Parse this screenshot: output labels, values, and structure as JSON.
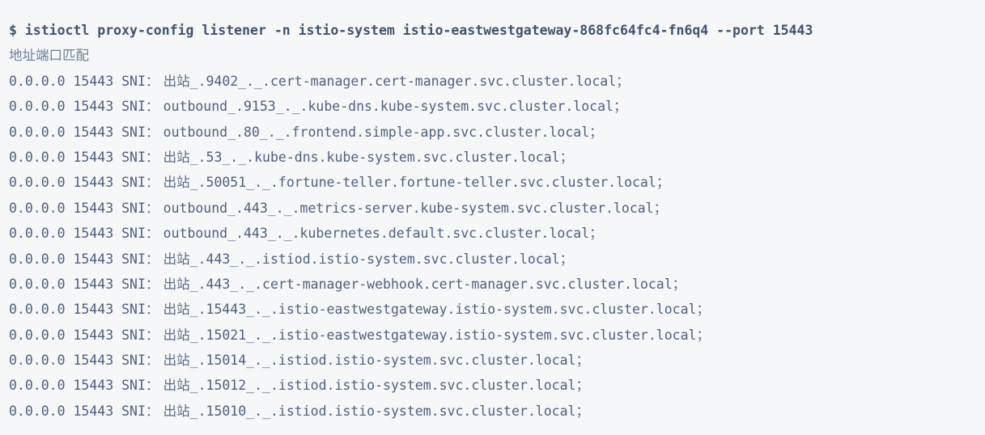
{
  "terminal": {
    "background_color": "#f6f7f9",
    "text_color": "#4d6180",
    "prompt": "$",
    "command": "istioctl proxy-config listener -n istio-system istio-eastwestgateway-868fc64fc4-fn6q4 --port 15443",
    "command_line": "$ istioctl proxy-config listener -n istio-system istio-eastwestgateway-868fc64fc4-fn6q4 --port 15443",
    "note": "地址端口匹配",
    "column_hint": "ADDRESS PORT MATCH",
    "sni_label": "SNI",
    "separator": "：",
    "terminator": "；",
    "outbound_cjk": "出站",
    "outbound_latin": "outbound",
    "rows": [
      {
        "address": "0.0.0.0",
        "port": "15443",
        "label": "SNI",
        "direction": "出站",
        "direction_is_cjk": true,
        "service_port": "9402",
        "fqdn": "cert-manager.cert-manager.svc.cluster.local",
        "match": "出站_.9402_._.cert-manager.cert-manager.svc.cluster.local；"
      },
      {
        "address": "0.0.0.0",
        "port": "15443",
        "label": "SNI",
        "direction": "outbound",
        "direction_is_cjk": false,
        "service_port": "9153",
        "fqdn": "kube-dns.kube-system.svc.cluster.local",
        "match": "outbound_.9153_._.kube-dns.kube-system.svc.cluster.local；"
      },
      {
        "address": "0.0.0.0",
        "port": "15443",
        "label": "SNI",
        "direction": "outbound",
        "direction_is_cjk": false,
        "service_port": "80",
        "fqdn": "frontend.simple-app.svc.cluster.local",
        "match": "outbound_.80_._.frontend.simple-app.svc.cluster.local；"
      },
      {
        "address": "0.0.0.0",
        "port": "15443",
        "label": "SNI",
        "direction": "出站",
        "direction_is_cjk": true,
        "service_port": "53",
        "fqdn": "kube-dns.kube-system.svc.cluster.local",
        "match": "出站_.53_._.kube-dns.kube-system.svc.cluster.local；"
      },
      {
        "address": "0.0.0.0",
        "port": "15443",
        "label": "SNI",
        "direction": "出站",
        "direction_is_cjk": true,
        "service_port": "50051",
        "fqdn": "fortune-teller.fortune-teller.svc.cluster.local",
        "match": "出站_.50051_._.fortune-teller.fortune-teller.svc.cluster.local；"
      },
      {
        "address": "0.0.0.0",
        "port": "15443",
        "label": "SNI",
        "direction": "outbound",
        "direction_is_cjk": false,
        "service_port": "443",
        "fqdn": "metrics-server.kube-system.svc.cluster.local",
        "match": "outbound_.443_._.metrics-server.kube-system.svc.cluster.local；"
      },
      {
        "address": "0.0.0.0",
        "port": "15443",
        "label": "SNI",
        "direction": "outbound",
        "direction_is_cjk": false,
        "service_port": "443",
        "fqdn": "kubernetes.default.svc.cluster.local",
        "match": "outbound_.443_._.kubernetes.default.svc.cluster.local；"
      },
      {
        "address": "0.0.0.0",
        "port": "15443",
        "label": "SNI",
        "direction": "出站",
        "direction_is_cjk": true,
        "service_port": "443",
        "fqdn": "istiod.istio-system.svc.cluster.local",
        "match": "出站_.443_._.istiod.istio-system.svc.cluster.local；"
      },
      {
        "address": "0.0.0.0",
        "port": "15443",
        "label": "SNI",
        "direction": "出站",
        "direction_is_cjk": true,
        "service_port": "443",
        "fqdn": "cert-manager-webhook.cert-manager.svc.cluster.local",
        "match": "出站_.443_._.cert-manager-webhook.cert-manager.svc.cluster.local；"
      },
      {
        "address": "0.0.0.0",
        "port": "15443",
        "label": "SNI",
        "direction": "出站",
        "direction_is_cjk": true,
        "service_port": "15443",
        "fqdn": "istio-eastwestgateway.istio-system.svc.cluster.local",
        "match": "出站_.15443_._.istio-eastwestgateway.istio-system.svc.cluster.local；"
      },
      {
        "address": "0.0.0.0",
        "port": "15443",
        "label": "SNI",
        "direction": "出站",
        "direction_is_cjk": true,
        "service_port": "15021",
        "fqdn": "istio-eastwestgateway.istio-system.svc.cluster.local",
        "match": "出站_.15021_._.istio-eastwestgateway.istio-system.svc.cluster.local；"
      },
      {
        "address": "0.0.0.0",
        "port": "15443",
        "label": "SNI",
        "direction": "出站",
        "direction_is_cjk": true,
        "service_port": "15014",
        "fqdn": "istiod.istio-system.svc.cluster.local",
        "match": "出站_.15014_._.istiod.istio-system.svc.cluster.local；"
      },
      {
        "address": "0.0.0.0",
        "port": "15443",
        "label": "SNI",
        "direction": "出站",
        "direction_is_cjk": true,
        "service_port": "15012",
        "fqdn": "istiod.istio-system.svc.cluster.local",
        "match": "出站_.15012_._.istiod.istio-system.svc.cluster.local；"
      },
      {
        "address": "0.0.0.0",
        "port": "15443",
        "label": "SNI",
        "direction": "出站",
        "direction_is_cjk": true,
        "service_port": "15010",
        "fqdn": "istiod.istio-system.svc.cluster.local",
        "match": "出站_.15010_._.istiod.istio-system.svc.cluster.local；"
      }
    ]
  }
}
